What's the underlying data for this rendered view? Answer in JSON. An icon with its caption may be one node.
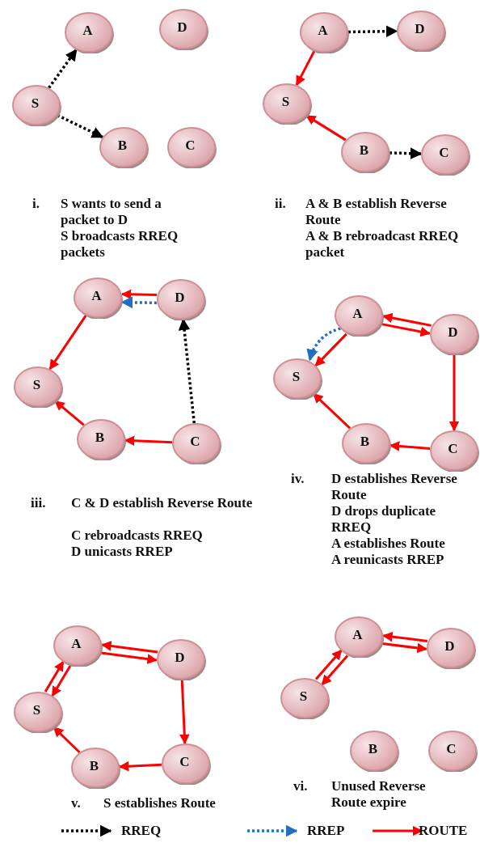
{
  "diagram": {
    "nodes": [
      {
        "text": [
          "A"
        ]
      },
      {
        "text": [
          "D"
        ]
      },
      {
        "text": [
          "S"
        ]
      },
      {
        "text": [
          "B"
        ]
      },
      {
        "text": [
          "C"
        ]
      },
      {
        "text": [
          "A"
        ]
      },
      {
        "text": [
          "D"
        ]
      },
      {
        "text": [
          "S"
        ]
      },
      {
        "text": [
          "B"
        ]
      },
      {
        "text": [
          "C"
        ]
      },
      {
        "text": [
          "A"
        ]
      },
      {
        "text": [
          "D"
        ]
      },
      {
        "text": [
          "S"
        ]
      },
      {
        "text": [
          "B"
        ]
      },
      {
        "text": [
          "C"
        ]
      },
      {
        "text": [
          "A"
        ]
      },
      {
        "text": [
          "D"
        ]
      },
      {
        "text": [
          "S"
        ]
      },
      {
        "text": [
          "B"
        ]
      },
      {
        "text": [
          "C"
        ]
      },
      {
        "text": [
          "A"
        ]
      },
      {
        "text": [
          "D"
        ]
      },
      {
        "text": [
          "S"
        ]
      },
      {
        "text": [
          "B"
        ]
      },
      {
        "text": [
          "C"
        ]
      },
      {
        "text": [
          "A"
        ]
      },
      {
        "text": [
          "D"
        ]
      },
      {
        "text": [
          "S"
        ]
      },
      {
        "text": [
          "B"
        ]
      },
      {
        "text": [
          "C"
        ]
      }
    ],
    "edges": [
      {
        "from": 2,
        "to": 0,
        "arrow": "to",
        "style": "dashed",
        "color": "#000000"
      },
      {
        "from": 2,
        "to": 3,
        "arrow": "to",
        "style": "dashed",
        "color": "#000000"
      },
      {
        "from": 5,
        "to": 6,
        "arrow": "to",
        "style": "dashed",
        "color": "#000000"
      },
      {
        "from": 5,
        "to": 7,
        "arrow": "to"
      },
      {
        "from": 8,
        "to": 7,
        "arrow": "to"
      },
      {
        "from": 8,
        "to": 9,
        "arrow": "to",
        "style": "dashed",
        "color": "#000000"
      },
      {
        "from": 11,
        "to": 10,
        "arrow": "to"
      },
      {
        "from": 11,
        "to": 10,
        "arrow": "to",
        "style": "dashed",
        "color": "#1f70c1"
      },
      {
        "from": 14,
        "to": 11,
        "arrow": "to",
        "style": "dashed",
        "color": "#000000"
      },
      {
        "from": 10,
        "to": 12,
        "arrow": "to"
      },
      {
        "from": 13,
        "to": 12,
        "arrow": "to"
      },
      {
        "from": 14,
        "to": 13,
        "arrow": "to"
      },
      {
        "from": 16,
        "to": 15,
        "arrow": "to"
      },
      {
        "from": 15,
        "to": 16,
        "arrow": "to"
      },
      {
        "from": 15,
        "to": 17,
        "arrow": "to"
      },
      {
        "from": 15,
        "to": 17,
        "arrow": "to",
        "style": "dashed",
        "color": "#1f70c1"
      },
      {
        "from": 16,
        "to": 19,
        "arrow": "to"
      },
      {
        "from": 19,
        "to": 18,
        "arrow": "to"
      },
      {
        "from": 18,
        "to": 17,
        "arrow": "to"
      },
      {
        "from": 21,
        "to": 20,
        "arrow": "to"
      },
      {
        "from": 20,
        "to": 21,
        "arrow": "to"
      },
      {
        "from": 20,
        "to": 22,
        "arrow": "to"
      },
      {
        "from": 22,
        "to": 20,
        "arrow": "to"
      },
      {
        "from": 21,
        "to": 24,
        "arrow": "to"
      },
      {
        "from": 24,
        "to": 23,
        "arrow": "to"
      },
      {
        "from": 23,
        "to": 22,
        "arrow": "to"
      },
      {
        "from": 26,
        "to": 25,
        "arrow": "to"
      },
      {
        "from": 25,
        "to": 26,
        "arrow": "to"
      },
      {
        "from": 25,
        "to": 27,
        "arrow": "to"
      },
      {
        "from": 27,
        "to": 25,
        "arrow": "to"
      }
    ],
    "labels": [
      "i.",
      "S wants to send a packet to D",
      "S broadcasts RREQ packets",
      "ii.",
      "A & B establish Reverse Route",
      "A & B rebroadcast RREQ packet",
      "iii.",
      "C & D establish Reverse Route",
      "C rebroadcasts RREQ",
      "D unicasts RREP",
      "iv.",
      "D establishes Reverse Route",
      "D drops duplicate RREQ",
      "A establishes Route",
      "A reunicasts RREP",
      "v.",
      "S establishes Route",
      "vi.",
      "Unused Reverse Route expire"
    ],
    "legend": [
      {
        "text": "RREQ"
      },
      {
        "text": "RREP"
      },
      {
        "text": "ROUTE"
      }
    ]
  }
}
